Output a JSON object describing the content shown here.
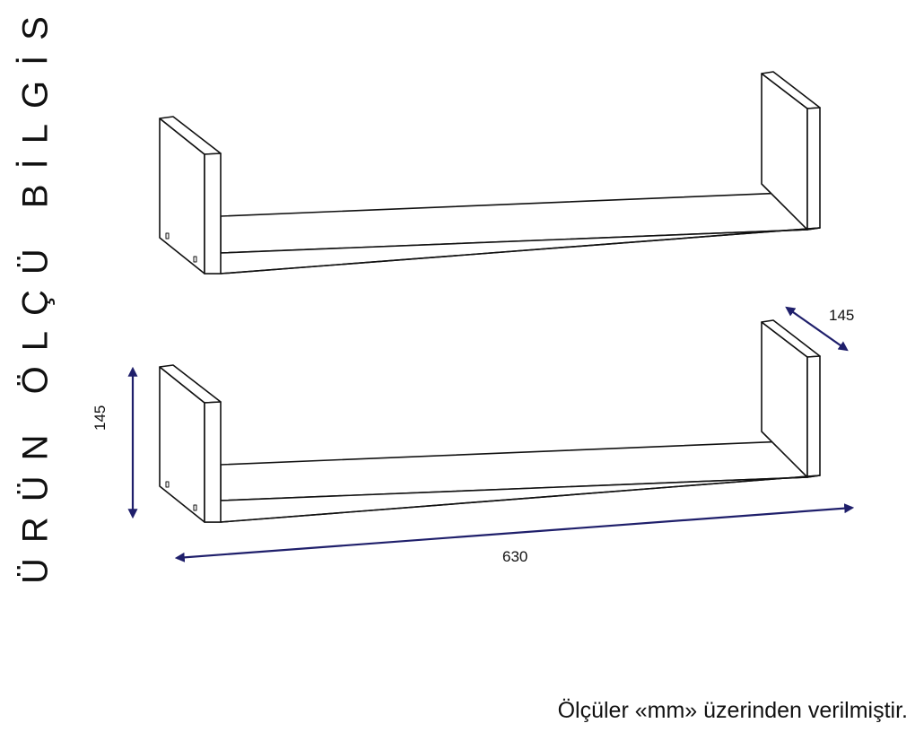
{
  "title": "ÜRÜN ÖLÇÜ BİLGİSİ",
  "dimensions": {
    "depth": "145",
    "height": "145",
    "width": "630"
  },
  "footnote": "Ölçüler «mm» üzerinden verilmiştir.",
  "colors": {
    "line": "#111111",
    "arrow": "#1f1f6b",
    "background": "#ffffff"
  }
}
